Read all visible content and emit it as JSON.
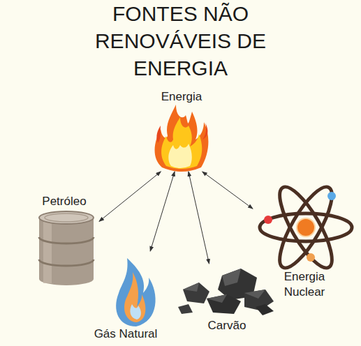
{
  "diagram": {
    "title": "FONTES NÃO RENOVÁVEIS DE ENERGIA",
    "nodes": [
      {
        "text": [
          "Energia"
        ]
      },
      {
        "text": [
          "Petróleo"
        ]
      },
      {
        "text": [
          "Gás Natural"
        ]
      },
      {
        "text": [
          "Carvão"
        ]
      },
      {
        "text": [
          "Energia Nuclear"
        ]
      }
    ],
    "edges": [
      {
        "from": 0,
        "to": 1,
        "arrow": "both"
      },
      {
        "from": 0,
        "to": 2,
        "arrow": "both"
      },
      {
        "from": 0,
        "to": 3,
        "arrow": "both"
      },
      {
        "from": 0,
        "to": 4,
        "arrow": "both"
      }
    ]
  }
}
